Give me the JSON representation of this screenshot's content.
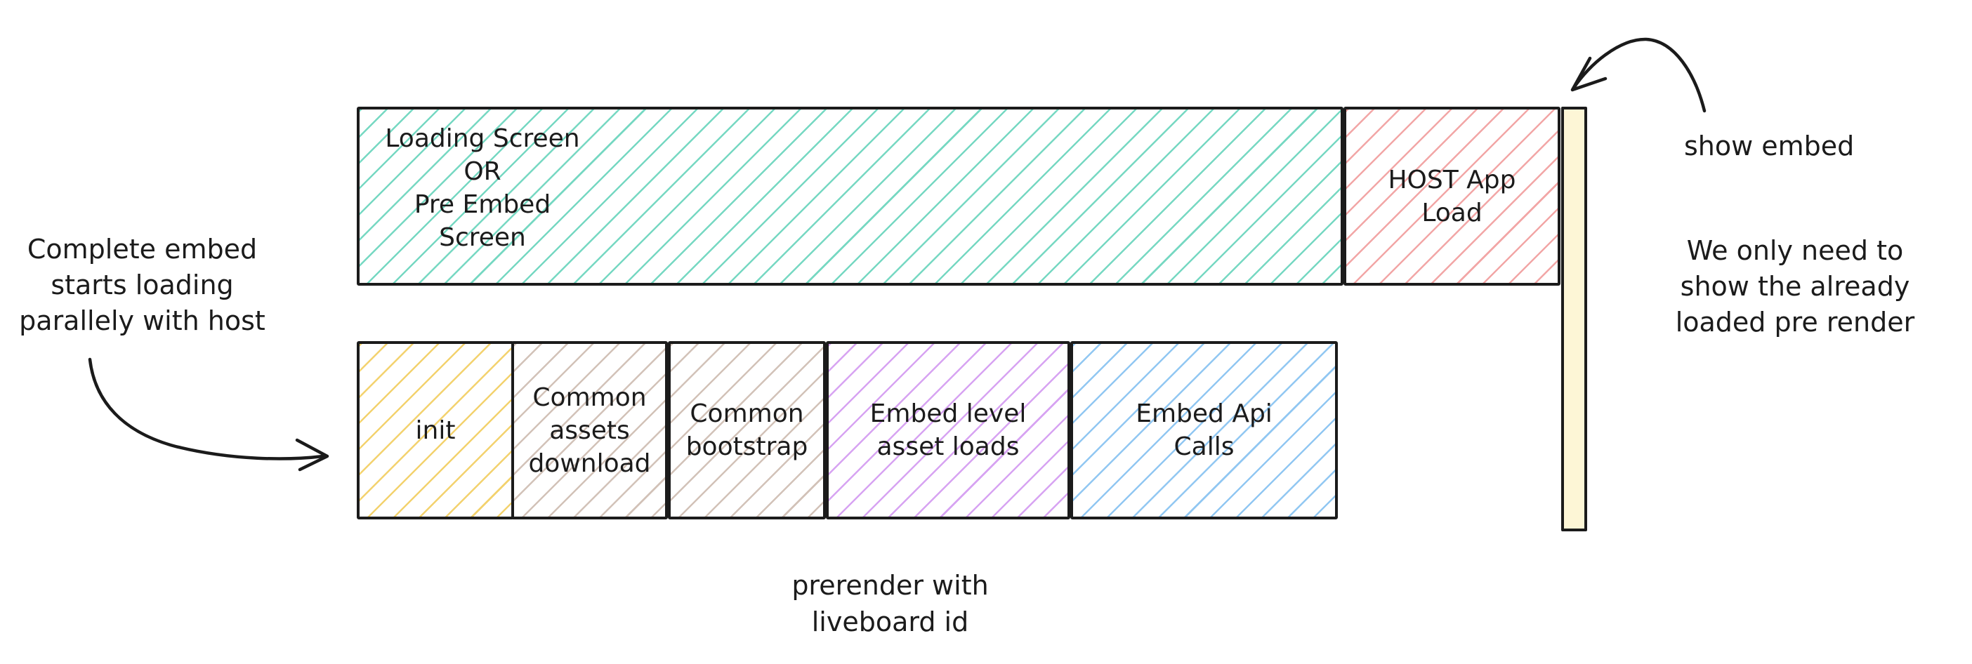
{
  "diagram": {
    "ink": "#1b1b1b",
    "background": "#ffffff",
    "host_track": {
      "pre_embed_box": {
        "label": "Loading Screen\nOR\nPre Embed\nScreen",
        "hatch": "#76d8c2"
      },
      "host_app_box": {
        "label": "HOST App\nLoad",
        "hatch": "#f2a6a6"
      },
      "show_bar": {
        "fill": "#fdf6d6"
      }
    },
    "embed_track": {
      "boxes": [
        {
          "label": "init",
          "hatch": "#f3d26e"
        },
        {
          "label": "Common\nassets\ndownload",
          "hatch": "#d2c2b8"
        },
        {
          "label": "Common\nbootstrap",
          "hatch": "#d2c2b8"
        },
        {
          "label": "Embed level\nasset loads",
          "hatch": "#d7a3f2"
        },
        {
          "label": "Embed Api\nCalls",
          "hatch": "#91c7f2"
        }
      ],
      "caption": "prerender with\nliveboard id"
    },
    "annotations": {
      "left_note": "Complete embed\nstarts loading\nparallely with host",
      "show_embed": "show embed",
      "right_note": "We only need to\nshow the already\nloaded pre render"
    }
  }
}
